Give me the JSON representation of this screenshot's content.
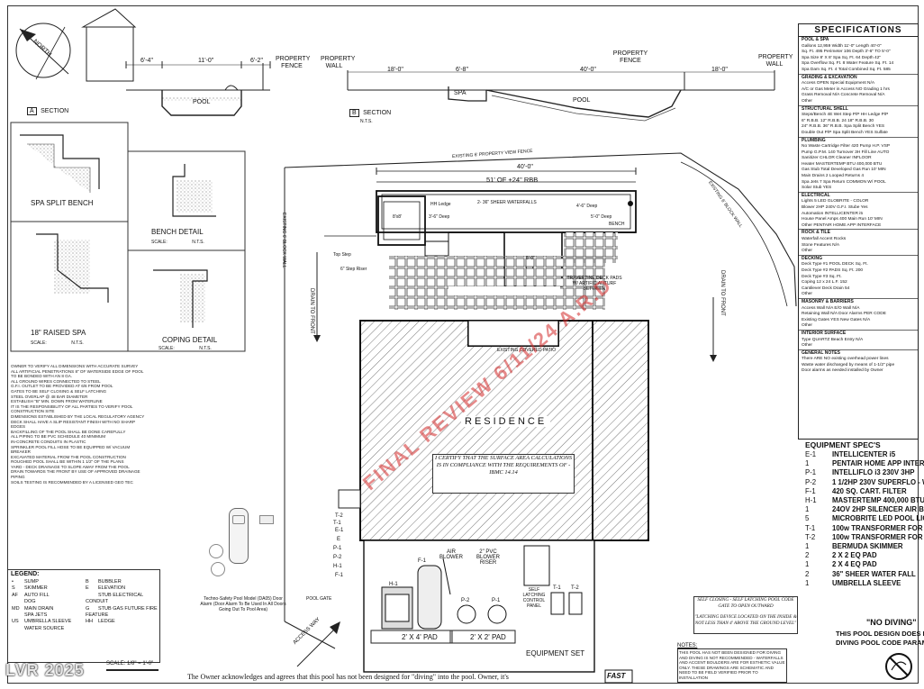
{
  "sheet": {
    "footer_text": "The Owner acknowledges and agrees that this pool has not been designed for \"diving\" into the pool. Owner, it's",
    "mls_watermark": "LVR 2025"
  },
  "north_arrow": {
    "label": "NORTH"
  },
  "section_a": {
    "label": "A",
    "title": "SECTION",
    "dims": [
      "6'-4\"",
      "11'-0\"",
      "6'-2\""
    ],
    "pool_label": "POOL",
    "property_fence": "PROPERTY FENCE"
  },
  "section_b": {
    "label": "B",
    "title": "SECTION",
    "scale": "N.T.S.",
    "dims": [
      "18'-0\"",
      "6'-8\"",
      "40'-0\"",
      "18'-0\""
    ],
    "property_wall_left": "PROPERTY WALL",
    "property_fence": "PROPERTY FENCE",
    "property_wall_right": "PROPERTY WALL",
    "spa_label": "SPA",
    "pool_label": "POOL"
  },
  "details": {
    "spa_split_bench": "SPA SPLIT BENCH",
    "bench_detail": "BENCH DETAIL",
    "bench_scale": "SCALE:",
    "bench_nts": "N.T.S.",
    "raised_spa": "18\" RAISED SPA",
    "raised_scale": "SCALE:",
    "raised_nts": "N.T.S.",
    "coping_detail": "COPING DETAIL",
    "coping_scale": "SCALE:",
    "coping_nts": "N.T.S."
  },
  "plan": {
    "overall_dim": "40'-0\"",
    "rbb_dim": "51' OF +24\" RBB",
    "hh_ledge": "HH Ledge",
    "waterfalls": "2- 36\" SHEER WATERFALLS",
    "bench": "BENCH",
    "spa_size": "8'x8'",
    "deep_3": "3'-6\" Deep",
    "deep_5": "5'-0\" Deep",
    "deep_4": "4'-6\" Deep",
    "depth_6": "6'-0\"",
    "top_step": "Top Step",
    "step_riser": "6\" Step Riser",
    "travertine": "TRAVERTINE DECK PADS W/ ARTIFICIAL TURF BETWEEN",
    "existing_patio": "EXISTING COVERED PATIO",
    "drain_left": "DRAIN TO FRONT",
    "drain_right": "DRAIN TO FRONT",
    "property_view": "EXISTING 6' PROPERTY VIEW FENCE",
    "existing_wall_left": "EXISTING 6' BLOCK WALL",
    "existing_wall_right": "EXISTING 6' BLOCK WALL",
    "residence": "RESIDENCE",
    "certify": "I CERTIFY THAT THE SURFACE AREA CALCULATIONS IS IN COMPLIANCE WITH THE REQUIREMENTS OF - IBMC 14.14",
    "access_way": "ACCESS WAY",
    "pool_gate": "POOL GATE"
  },
  "watermark": {
    "text": "FINAL REVIEW 6/11/24 A.R.D"
  },
  "notes_left": [
    "OWNER TO VERIFY ALL DIMENSIONS WITH ACCURATE SURVEY",
    "ALL ARTIFICIAL PENETRATIONS 8\" OF WATERSIDE EDGE OF POOL TO BE BONDED WITH AN 8 GA.",
    "ALL GROUND WIRES CONNECTED TO STEEL",
    "G.F.I. OUTLET TO BE PROVIDED AT 6/6 FROM POOL",
    "GATES TO BE SELF CLOSING & SELF LATCHING",
    "STEEL OVERLAP @ 48 BAR DIAMETER",
    "ESTABLISH \"B\" MIN. DOWN FROM WATERLINE",
    "IT IS THE RESPONSIBILITY OF ALL PARTIES TO VERIFY POOL CONSTRUCTION SITE",
    "DIMENSIONS ESTABLISHED BY THE LOCAL REGULATORY AGENCY",
    "DECK SHALL HAVE A SLIP RESISTANT FINISH WITH NO SHARP EDGES",
    "BACKFILLING OF THE POOL SHALL BE DONE CAREFULLY",
    "ALL PIPING TO BE PVC SCHEDULE 40 MINIMUM",
    "IN-CONCRETE CONDUITS IN PLASTIC",
    "SPRINKLER POOL FILL HOSE TO BE EQUIPPED W/ VACUUM BREAKER",
    "EXCAVATED MATERIAL FROM THE POOL CONSTRUCTION",
    "ROUGHED POOL SHALL BE WITHIN 1 1/2\" OF THE PLANS",
    "YARD - DECK DRAINAGE TO SLOPE AWAY FROM THE POOL",
    "DRAIN TOWARDS THE FRONT BY USE OF APPROVED DRAINAGE PIPING",
    "SOILS TESTING IS RECOMMENDED BY A LICENSED GEO TEC"
  ],
  "alarm": {
    "caption": "Techno-Safety Pool Model (DA05) Door Alarm (Door Alarm To Be Used In All Doors Going Out To Pool Area)"
  },
  "legend": {
    "title": "LEGEND:",
    "items": [
      {
        "sym": "•",
        "label": "SUMP"
      },
      {
        "sym": "S",
        "label": "SKIMMER"
      },
      {
        "sym": "AF",
        "label": "AUTO FILL"
      },
      {
        "sym": "",
        "label": "DOG"
      },
      {
        "sym": "MD",
        "label": "MAIN DRAIN"
      },
      {
        "sym": "",
        "label": "SPA JETS"
      },
      {
        "sym": "US",
        "label": "UMBRELLA SLEEVE"
      },
      {
        "sym": "",
        "label": "WATER SOURCE"
      }
    ],
    "items_right": [
      {
        "sym": "B",
        "label": "BUBBLER"
      },
      {
        "sym": "E",
        "label": "ELEVATION"
      },
      {
        "sym": "",
        "label": "STUB ELECTRICAL CONDUIT"
      },
      {
        "sym": "G",
        "label": "STUB GAS FUTURE FIRE FEATURE"
      },
      {
        "sym": "HH",
        "label": "LEDGE"
      }
    ],
    "scale": "SCALE: 1/8\" = 1'-0\""
  },
  "equipment_set": {
    "title": "EQUIPMENT SET",
    "air_blower": "AIR BLOWER",
    "pvc_blower": "2\" PVC BLOWER RISER",
    "pad_left": "2' X 4' PAD",
    "pad_right": "2' X 2' PAD",
    "latch": "SELF LATCHING CONTROL PANEL",
    "labels": [
      "H-1",
      "F-1",
      "P-2",
      "P-1",
      "T-1",
      "T-2",
      "E-1",
      "E",
      "P-1",
      "P-2",
      "H-1",
      "T-1",
      "T-2",
      "F-1"
    ]
  },
  "gate_note": {
    "line1": "SELF CLOSING - SELF LATCHING POOL CODE GATE TO OPEN OUTWARD",
    "line2": "\"LATCHING DEVICE LOCATED ON THE INSIDE & NOT LESS THAN 4' ABOVE THE GROUND LEVEL\""
  },
  "notes_box": {
    "title": "NOTES:",
    "text": "THIS POOL HAS NOT BEEN DESIGNED FOR DIVING AND DIVING IS NOT RECOMMENDED - WATERFALLS AND ACCENT BOULDERS ARE FOR ESTHETIC VALUE ONLY. THESE DRAWINGS ARE SCHEMATIC AND NEED TO BE FIELD VERIFIED PRIOR TO INSTALLATION"
  },
  "specs": {
    "title": "SPECIFICATIONS",
    "pool_spa": {
      "heading": "POOL & SPA",
      "rows": [
        "Gallons 12,959  Width 11'-0\"  Length 40'-0\"",
        "Sq. Ft. 495  Perimeter 106  Depth 3'-6\" TO 5'-0\"",
        "Spa Size 8' X 8'  Spa Sq. Ft. 64  Depth 42\"",
        "Spa Overflow Sq. Ft. 8  Water Feature Sq. Ft. 14",
        "Spa Dam Sq. Ft. 4  Total Combined Sq. Ft. 585"
      ]
    },
    "grading": {
      "heading": "GRADING & EXCAVATION",
      "rows": [
        "Access OPEN  Special Equipment N/A",
        "A/C or Gas Meter in Access NO  Grading 1 hrs",
        "Grass Removal N/A  Concrete Removal N/A",
        "Other"
      ]
    },
    "structural": {
      "heading": "STRUCTURAL SHELL",
      "rows": [
        "Steps/Bench 4E  Wet Step P/P  HH Ledge P/P",
        "6\" R.B.B.  12\" R.B.B. 24  18\" R.B.B. 30",
        "24\" R.B.B.  36\" R.B.B.  Spa Split Bench YES",
        "Double Out P/P  Spa Split Bench YES  Sulfate"
      ]
    },
    "plumbing": {
      "heading": "PLUMBING",
      "rows": [
        "No Waste Cartridge Filter 420  Pump H.P. VSP",
        "Pump G.P.M. 140  Turnover 3H  Fill Line AUTO",
        "Sanitizer CHLOR  Cleaner INFLOOR",
        "Heater MASTERTEMP  BTU 400,000 BTU",
        "Gas Stub  Total Developed Gas Run 10' MIN",
        "Main Drains 2  Looped Returns 4",
        "Spa Jets 7  Spa Return COMMON W/ POOL",
        "Solar Stub YES"
      ]
    },
    "electrical": {
      "heading": "ELECTRICAL",
      "rows": [
        "Lights 5 LED GLOBRITE - COLOR",
        "Blower 2HP 240V  G.F.I. Stube Yes",
        "Automation INTELLICENTER i5",
        "House Panel Amps 400  Main Run 10' MIN",
        "Other PENTAIR HOME APP INTERFACE"
      ]
    },
    "rock": {
      "heading": "ROCK & TILE",
      "rows": [
        "Waterfall  Accent Rocks",
        "Stone Features N/A",
        "Other"
      ]
    },
    "decking": {
      "heading": "DECKING",
      "rows": [
        "Deck Type #1 POOL DECK  Sq. Ft.",
        "Deck Type #2 PADS  Sq. Ft. 200",
        "Deck Type #3  Sq. Ft.",
        "Coping 12 x 24  L.F. 152",
        "Cantilever  Deck Drain 54",
        "Other"
      ]
    },
    "masonry": {
      "heading": "MASONRY & BARRIERS",
      "rows": [
        "Access Wall N/A  E/O Wall N/A",
        "Retaining Wall N/A  Door Alarms PER CODE",
        "Existing Gates YES  New Gates N/A",
        "Other"
      ]
    },
    "interior": {
      "heading": "INTERIOR SURFACE",
      "rows": [
        "Type QUARTZ  Beach Entry N/A",
        "Other"
      ]
    },
    "general": {
      "heading": "GENERAL NOTES",
      "rows": [
        "There ARE NO existing overhead power lines",
        "Waste water discharged by means of 1-1/2\" pipe",
        "Door alarms as needed installed by Owner"
      ]
    }
  },
  "equipment_specs": {
    "title": "EQUIPMENT SPEC'S",
    "rows": [
      {
        "tag": "E-1",
        "text": "INTELLICENTER i5"
      },
      {
        "tag": "1",
        "text": "PENTAIR HOME APP INTERF"
      },
      {
        "tag": "P-1",
        "text": "INTELLIFLO i3 230V 3HP"
      },
      {
        "tag": "P-2",
        "text": "1 1/2HP 230V SUPERFLO - W"
      },
      {
        "tag": "F-1",
        "text": "420 SQ. CART. FILTER"
      },
      {
        "tag": "H-1",
        "text": "MASTERTEMP 400,000 BTU H"
      },
      {
        "tag": "1",
        "text": "24OV 2HP SILENCER AIR BLO"
      },
      {
        "tag": "5",
        "text": "MICROBRITE LED POOL LIGH"
      },
      {
        "tag": "T-1",
        "text": "100w TRANSFORMER FOR P"
      },
      {
        "tag": "T-2",
        "text": "100w TRANSFORMER FOR S"
      },
      {
        "tag": "1",
        "text": "BERMUDA SKIMMER"
      },
      {
        "tag": "2",
        "text": "2 X 2 EQ PAD"
      },
      {
        "tag": "1",
        "text": "2 X 4 EQ PAD"
      },
      {
        "tag": "2",
        "text": "36\" SHEER WATER FALL"
      },
      {
        "tag": "1",
        "text": "UMBRELLA SLEEVE"
      }
    ]
  },
  "no_diving": {
    "title": "\"NO DIVING\"",
    "line1": "THIS POOL DESIGN DOES N",
    "line2": "DIVING POOL CODE PARAM"
  },
  "logos": {
    "fast": "FAST"
  }
}
